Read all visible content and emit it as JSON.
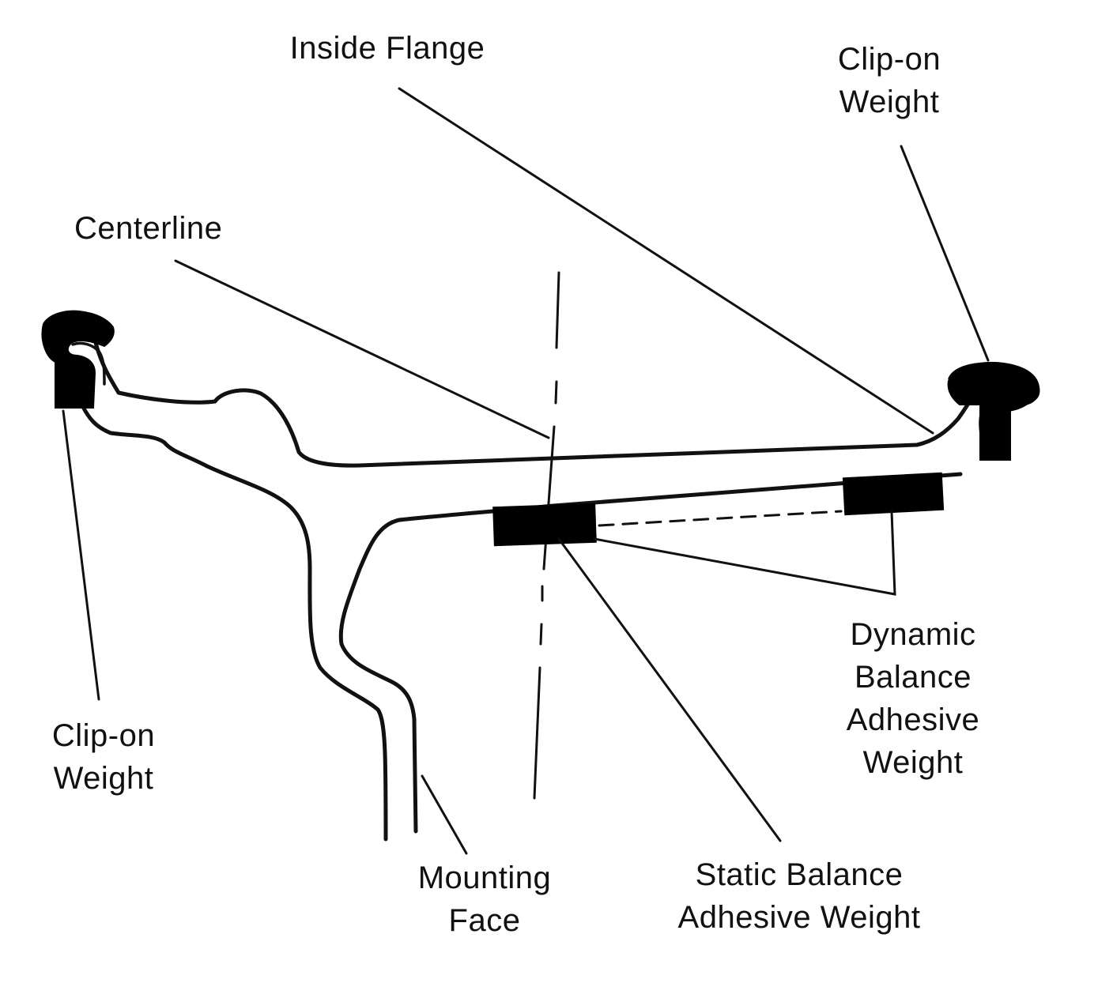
{
  "labels": {
    "inside_flange": "Inside Flange",
    "clip_on_weight_right": [
      "Clip-on",
      "Weight"
    ],
    "centerline": "Centerline",
    "clip_on_weight_left": [
      "Clip-on",
      "Weight"
    ],
    "dynamic_balance_adhesive_weight": [
      "Dynamic",
      "Balance",
      "Adhesive",
      "Weight"
    ],
    "mounting_face": [
      "Mounting",
      "Face"
    ],
    "static_balance_adhesive_weight": [
      "Static Balance",
      "Adhesive Weight"
    ]
  },
  "colors": {
    "ink": "#111111",
    "background": "#ffffff",
    "weight_fill": "#000000"
  }
}
